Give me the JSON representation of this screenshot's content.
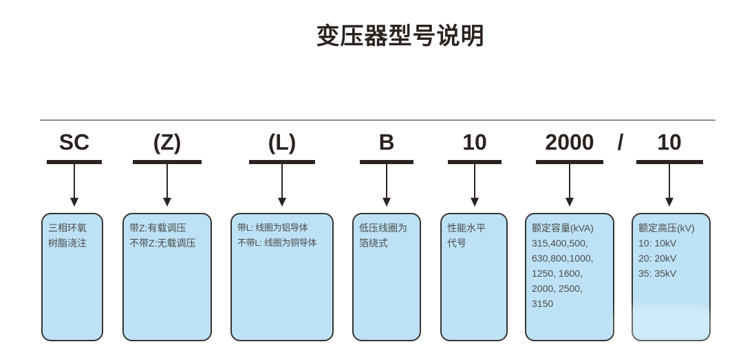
{
  "title": "变压器型号说明",
  "slash": "/",
  "colors": {
    "background": "#ffffff",
    "dark_text": "#2b2320",
    "rule_gray": "#8b8b8b",
    "box_fill": "#bde2f5",
    "box_border": "#363330",
    "box_text": "#4c4c4c"
  },
  "diagram": {
    "segments": [
      {
        "code": "SC",
        "lines": [
          "三相环氧",
          "树脂浇注"
        ]
      },
      {
        "code": "(Z)",
        "lines": [
          "带Z:有载调压",
          "不带Z:无载调压"
        ]
      },
      {
        "code": "(L)",
        "lines": [
          "带L: 线圈为铝导体",
          "不带L: 线圈为铜导体"
        ]
      },
      {
        "code": "B",
        "lines": [
          "低压线圈为",
          "箔绕式"
        ]
      },
      {
        "code": "10",
        "lines": [
          "性能水平",
          "代号"
        ]
      },
      {
        "code": "2000",
        "lines": [
          "额定容量(kVA)",
          "315,400,500,",
          "630,800,1000,",
          "1250, 1600,",
          "2000, 2500,",
          "3150"
        ]
      },
      {
        "code": "10",
        "lines": [
          "额定高压(kV)",
          "10: 10kV",
          "20: 20kV",
          "35: 35kV"
        ]
      }
    ]
  }
}
